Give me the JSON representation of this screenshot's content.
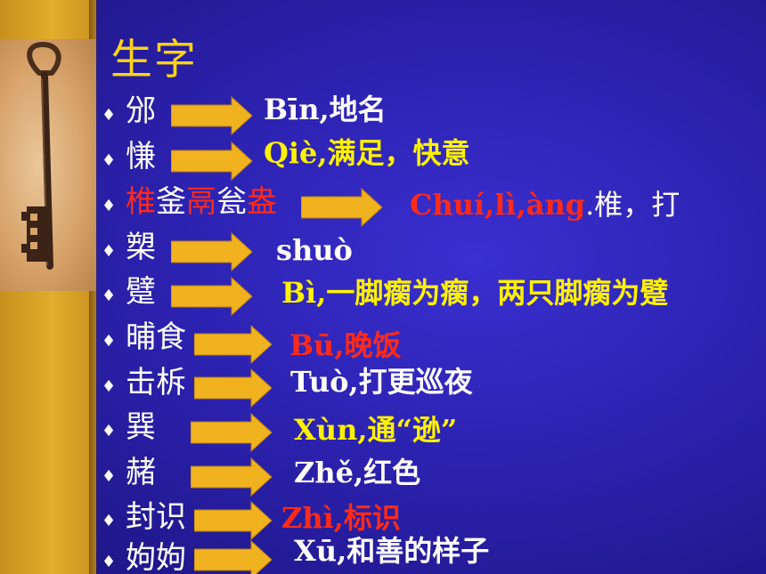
{
  "title": "生字",
  "colors": {
    "background": "#2c22b0",
    "title": "#ffd21a",
    "arrow": "#f0b21e",
    "white": "#ffffff",
    "yellow": "#fff200",
    "red": "#ff2a1a"
  },
  "icons": {
    "bullet": "diamond-bullet-icon",
    "arrow": "right-arrow-icon",
    "image": "old-key-photo"
  },
  "items": [
    {
      "term": [
        {
          "text": "邠",
          "color": "white"
        }
      ],
      "definition": {
        "main": "Bīn,地名",
        "tail": "",
        "color": "white"
      }
    },
    {
      "term": [
        {
          "text": "慊",
          "color": "white"
        }
      ],
      "definition": {
        "main": "Qiè,满足，快意",
        "tail": "",
        "color": "yellow"
      }
    },
    {
      "term": [
        {
          "text": "椎",
          "color": "red"
        },
        {
          "text": "釜",
          "color": "white"
        },
        {
          "text": "鬲",
          "color": "red"
        },
        {
          "text": "瓮",
          "color": "white"
        },
        {
          "text": "盎",
          "color": "red"
        }
      ],
      "definition": {
        "main": "Chuí,lì,àng",
        "tail": ".椎，打",
        "color": "red"
      }
    },
    {
      "term": [
        {
          "text": "槊",
          "color": "white"
        }
      ],
      "definition": {
        "main": "shuò",
        "tail": "",
        "color": "white"
      }
    },
    {
      "term": [
        {
          "text": "躄",
          "color": "white"
        }
      ],
      "definition": {
        "main": "Bì,一脚瘸为瘸，两只脚瘸为躄",
        "tail": "",
        "color": "yellow"
      }
    },
    {
      "term": [
        {
          "text": "晡食",
          "color": "white"
        }
      ],
      "definition": {
        "main": "Bū,晚饭",
        "tail": "",
        "color": "red"
      }
    },
    {
      "term": [
        {
          "text": "击柝",
          "color": "white"
        }
      ],
      "definition": {
        "main": "Tuò,打更巡夜",
        "tail": "",
        "color": "white"
      }
    },
    {
      "term": [
        {
          "text": "巽",
          "color": "white"
        }
      ],
      "definition": {
        "main": "Xùn,通“逊”",
        "tail": "",
        "color": "yellow"
      }
    },
    {
      "term": [
        {
          "text": "赭",
          "color": "white"
        }
      ],
      "definition": {
        "main": "Zhě,红色",
        "tail": "",
        "color": "white"
      }
    },
    {
      "term": [
        {
          "text": "封识",
          "color": "white"
        }
      ],
      "definition": {
        "main": "Zhì,标识",
        "tail": "",
        "color": "red"
      }
    },
    {
      "term": [
        {
          "text": "姁姁",
          "color": "white"
        }
      ],
      "definition": {
        "main": "Xū,和善的样子",
        "tail": "",
        "color": "white"
      }
    }
  ]
}
